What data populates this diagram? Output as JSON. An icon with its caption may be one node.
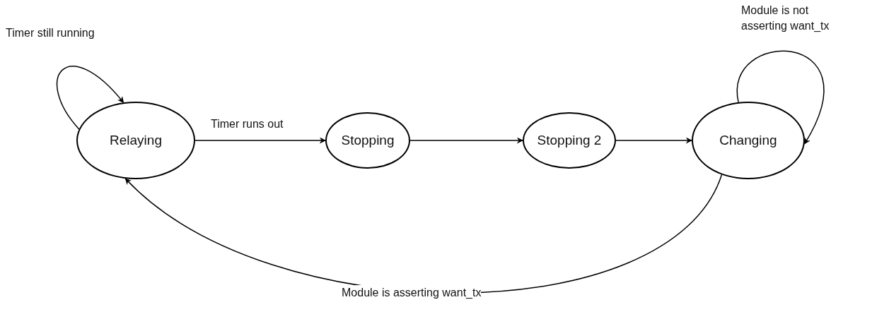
{
  "diagram": {
    "nodes": [
      {
        "text": [
          "Relaying"
        ]
      },
      {
        "text": [
          "Stopping"
        ]
      },
      {
        "text": [
          "Stopping 2"
        ]
      },
      {
        "text": [
          "Changing"
        ]
      }
    ],
    "edges": [
      {
        "from": 0,
        "to": 0,
        "arrow": "to",
        "label": "Timer still running"
      },
      {
        "from": 0,
        "to": 1,
        "arrow": "to",
        "label": "Timer runs out"
      },
      {
        "from": 1,
        "to": 2,
        "arrow": "to"
      },
      {
        "from": 2,
        "to": 3,
        "arrow": "to"
      },
      {
        "from": 3,
        "to": 3,
        "arrow": "to",
        "label": "Module is not asserting want_tx"
      },
      {
        "from": 3,
        "to": 0,
        "arrow": "to",
        "label": "Module is asserting want_tx"
      }
    ]
  }
}
